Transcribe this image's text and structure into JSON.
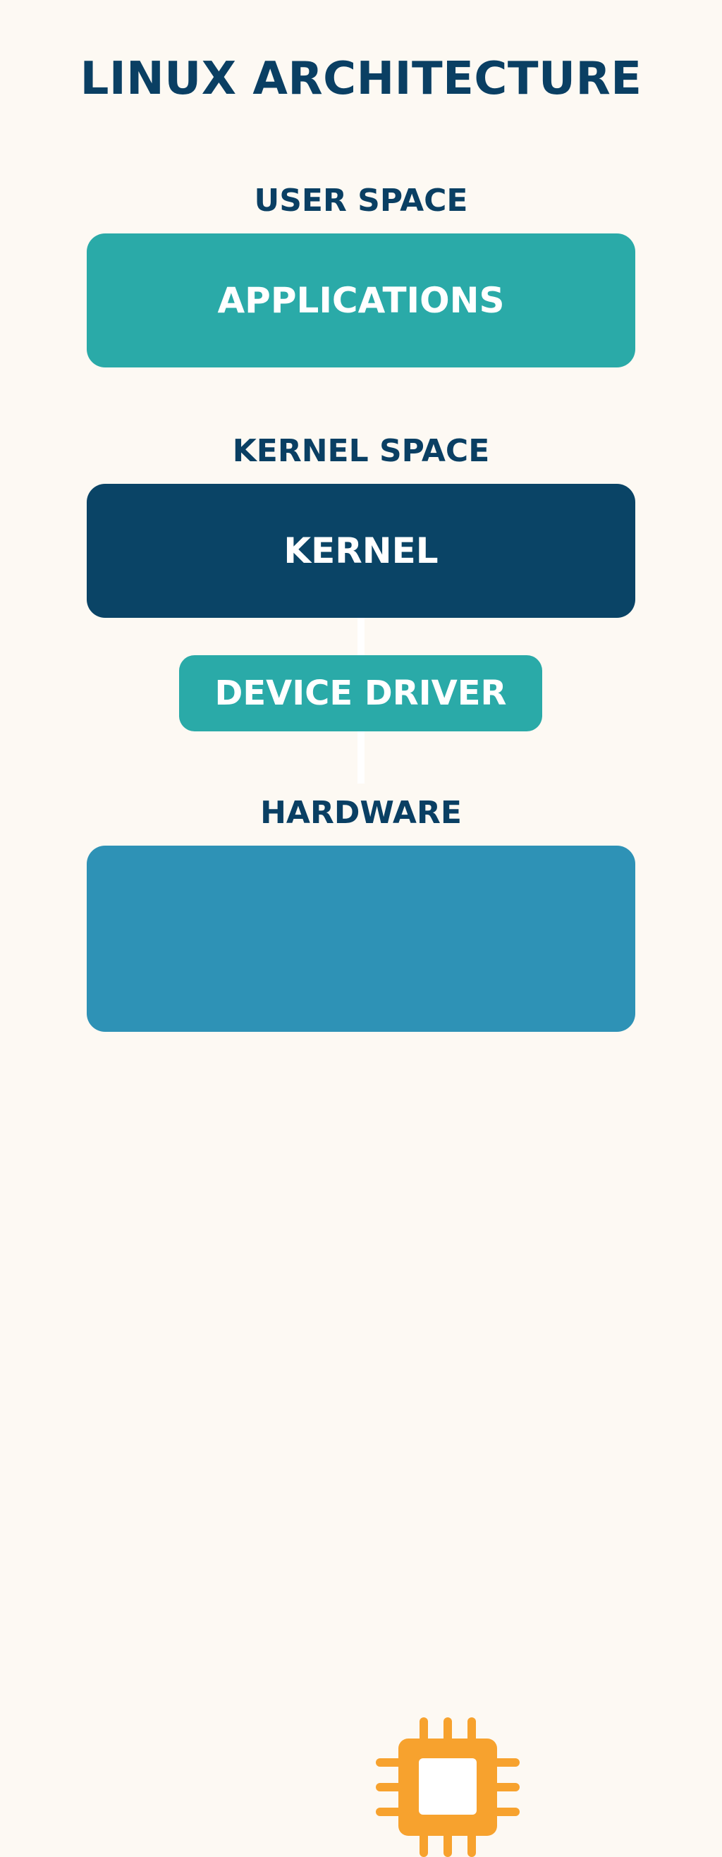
{
  "title": "LINUX ARCHITECTURE",
  "layers": {
    "user_space": {
      "label": "USER SPACE",
      "box_label": "APPLICATIONS",
      "color": "#2aaaa8"
    },
    "kernel_space": {
      "label": "KERNEL SPACE",
      "box_label": "KERNEL",
      "color": "#0a4466"
    },
    "device_driver": {
      "box_label": "DEVICE DRIVER",
      "color": "#2aaaa8"
    },
    "hardware": {
      "label": "HARDWARE",
      "icon": "cpu-chip-icon",
      "color": "#2e92b6",
      "icon_color": "#f7a22e"
    }
  },
  "colors": {
    "background": "#fdf9f3",
    "heading": "#0a3f63",
    "connector": "#ffffff"
  }
}
